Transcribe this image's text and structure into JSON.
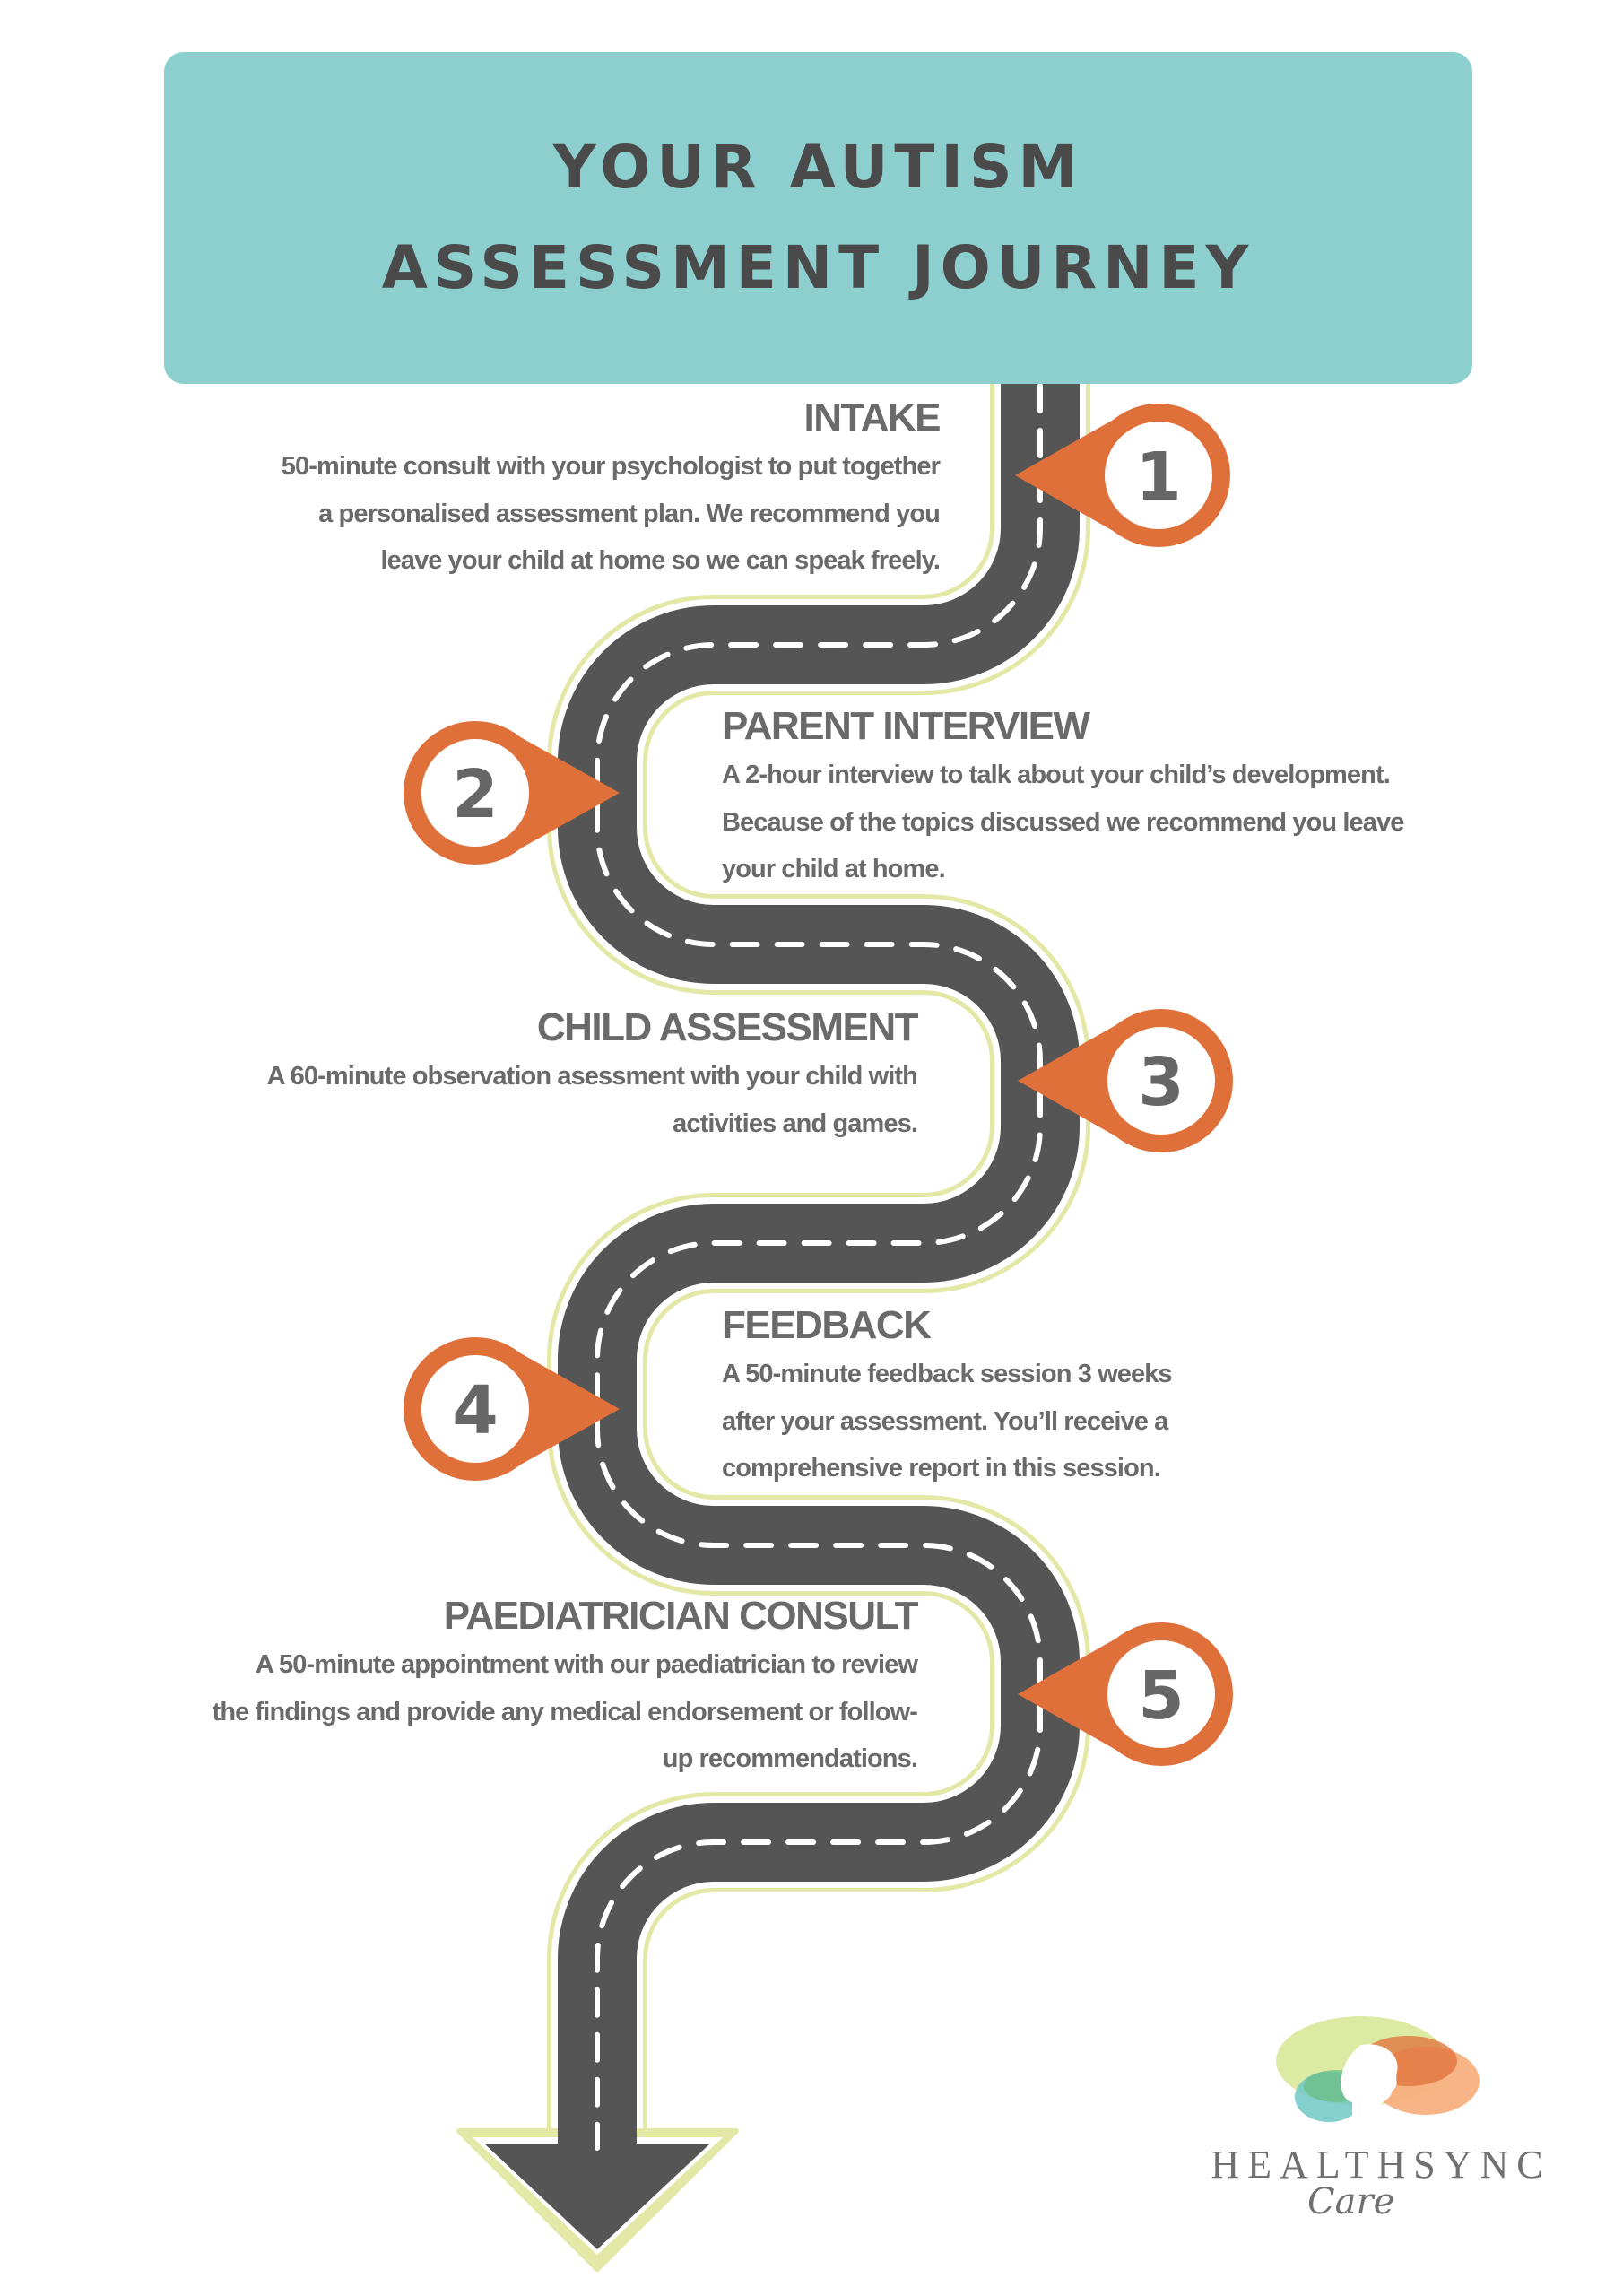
{
  "header": {
    "title_lines": [
      "YOUR AUTISM",
      "ASSESSMENT JOURNEY"
    ]
  },
  "colors": {
    "header_bg": "#8dcfcf",
    "road": "#555555",
    "road_edge": "#e4e8a6",
    "pin": "#e0703a",
    "text": "#6a6a6a"
  },
  "steps": [
    {
      "number": "1",
      "heading": "INTAKE",
      "lines": [
        "50-minute consult with your psychologist to put together",
        "a personalised assessment plan. We recommend you",
        "leave your child at home so we can speak freely."
      ]
    },
    {
      "number": "2",
      "heading": "PARENT INTERVIEW",
      "lines": [
        "A 2-hour interview to talk about your child’s development.",
        "Because of the topics discussed we recommend you leave",
        "your child at home."
      ]
    },
    {
      "number": "3",
      "heading": "CHILD ASSESSMENT",
      "lines": [
        "A 60-minute observation asessment with your child with",
        "activities and games."
      ]
    },
    {
      "number": "4",
      "heading": "FEEDBACK",
      "lines": [
        "A 50-minute feedback session 3 weeks",
        "after your assessment. You’ll receive a",
        "comprehensive report in this session."
      ]
    },
    {
      "number": "5",
      "heading": "PAEDIATRICIAN CONSULT",
      "lines": [
        "A 50-minute appointment with our paediatrician to review",
        "the findings and provide any medical endorsement or follow-",
        "up recommendations."
      ]
    }
  ],
  "logo": {
    "name": "HEALTHSYNC",
    "sub": "Care"
  }
}
